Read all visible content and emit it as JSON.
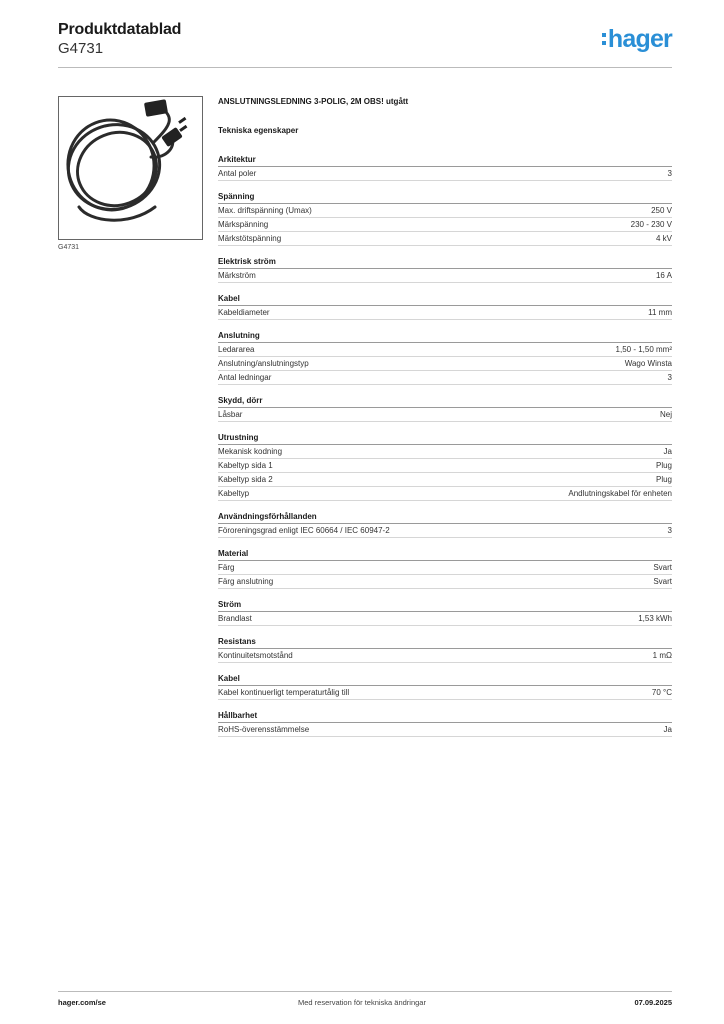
{
  "header": {
    "title": "Produktdatablad",
    "code": "G4731",
    "logo_text": "hager"
  },
  "image": {
    "caption": "G4731",
    "icon": "power-cable-icon"
  },
  "product": {
    "description": "ANSLUTNINGSLEDNING 3-POLIG, 2M OBS! utgått",
    "section_title": "Tekniska egenskaper"
  },
  "groups": [
    {
      "title": "Arkitektur",
      "rows": [
        {
          "label": "Antal poler",
          "value": "3"
        }
      ]
    },
    {
      "title": "Spänning",
      "rows": [
        {
          "label": "Max. driftspänning (Umax)",
          "value": "250 V"
        },
        {
          "label": "Märkspänning",
          "value": "230 - 230 V"
        },
        {
          "label": "Märkstötspänning",
          "value": "4 kV"
        }
      ]
    },
    {
      "title": "Elektrisk ström",
      "rows": [
        {
          "label": "Märkström",
          "value": "16 A"
        }
      ]
    },
    {
      "title": "Kabel",
      "rows": [
        {
          "label": "Kabeldiameter",
          "value": "11 mm"
        }
      ]
    },
    {
      "title": "Anslutning",
      "rows": [
        {
          "label": "Ledararea",
          "value": "1,50 - 1,50 mm²"
        },
        {
          "label": "Anslutning/anslutningstyp",
          "value": "Wago Winsta"
        },
        {
          "label": "Antal ledningar",
          "value": "3"
        }
      ]
    },
    {
      "title": "Skydd, dörr",
      "rows": [
        {
          "label": "Låsbar",
          "value": "Nej"
        }
      ]
    },
    {
      "title": "Utrustning",
      "rows": [
        {
          "label": "Mekanisk kodning",
          "value": "Ja"
        },
        {
          "label": "Kabeltyp sida 1",
          "value": "Plug"
        },
        {
          "label": "Kabeltyp sida 2",
          "value": "Plug"
        },
        {
          "label": "Kabeltyp",
          "value": "Andlutningskabel för enheten"
        }
      ]
    },
    {
      "title": "Användningsförhållanden",
      "rows": [
        {
          "label": "Föroreningsgrad enligt IEC 60664 / IEC 60947-2",
          "value": "3"
        }
      ]
    },
    {
      "title": "Material",
      "rows": [
        {
          "label": "Färg",
          "value": "Svart"
        },
        {
          "label": "Färg anslutning",
          "value": "Svart"
        }
      ]
    },
    {
      "title": "Ström",
      "rows": [
        {
          "label": "Brandlast",
          "value": "1,53 kWh"
        }
      ]
    },
    {
      "title": "Resistans",
      "rows": [
        {
          "label": "Kontinuitetsmotstånd",
          "value": "1 mΩ"
        }
      ]
    },
    {
      "title": "Kabel",
      "rows": [
        {
          "label": "Kabel kontinuerligt temperaturtålig till",
          "value": "70 °C"
        }
      ]
    },
    {
      "title": "Hållbarhet",
      "rows": [
        {
          "label": "RoHS-överensstämmelse",
          "value": "Ja"
        }
      ]
    }
  ],
  "footer": {
    "website": "hager.com/se",
    "note": "Med reservation för tekniska ändringar",
    "date": "07.09.2025"
  },
  "colors": {
    "brand": "#2a8fd6",
    "rule": "#9a9a9a"
  }
}
